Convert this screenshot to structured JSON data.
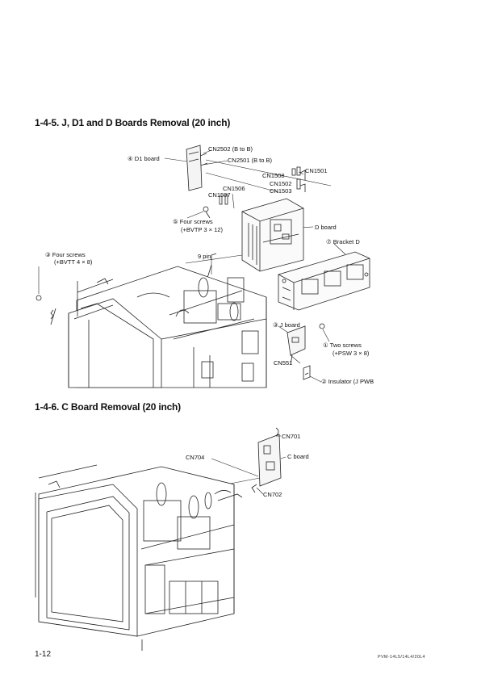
{
  "section1": {
    "heading": "1-4-5.  J, D1 and D Boards Removal (20 inch)",
    "labels": {
      "cn2502": "CN2502 (B to B)",
      "d1_board": "④ D1 board",
      "cn2501": "CN2501 (B to B)",
      "cn1501": "CN1501",
      "cn1508": "CN1508",
      "cn1502": "CN1502",
      "cn1503": "CN1503",
      "cn1506": "CN1506",
      "cn1507": "CN1507",
      "four_screws_bvtp_1": "⑤ Four screws",
      "four_screws_bvtp_2": "(+BVTP 3 × 12)",
      "d_board": "D board",
      "bracket_d": "⑦ Bracket D",
      "four_screws_bvtt_1": "③ Four screws",
      "four_screws_bvtt_2": "(+BVTT 4 × 8)",
      "nine_pin": "9 pin",
      "j_board": "③ J board",
      "two_screws_1": "① Two screws",
      "two_screws_2": "(+PSW 3 × 8)",
      "cn551": "CN551",
      "insulator": "② Insulator (J PWB"
    }
  },
  "section2": {
    "heading": "1-4-6.  C Board Removal (20 inch)",
    "labels": {
      "cn701": "CN701",
      "cn704": "CN704",
      "c_board": "C board",
      "cn702": "CN702"
    }
  },
  "footer": {
    "page_number": "1-12",
    "model": "PVM-14L5/14L4/20L4"
  }
}
